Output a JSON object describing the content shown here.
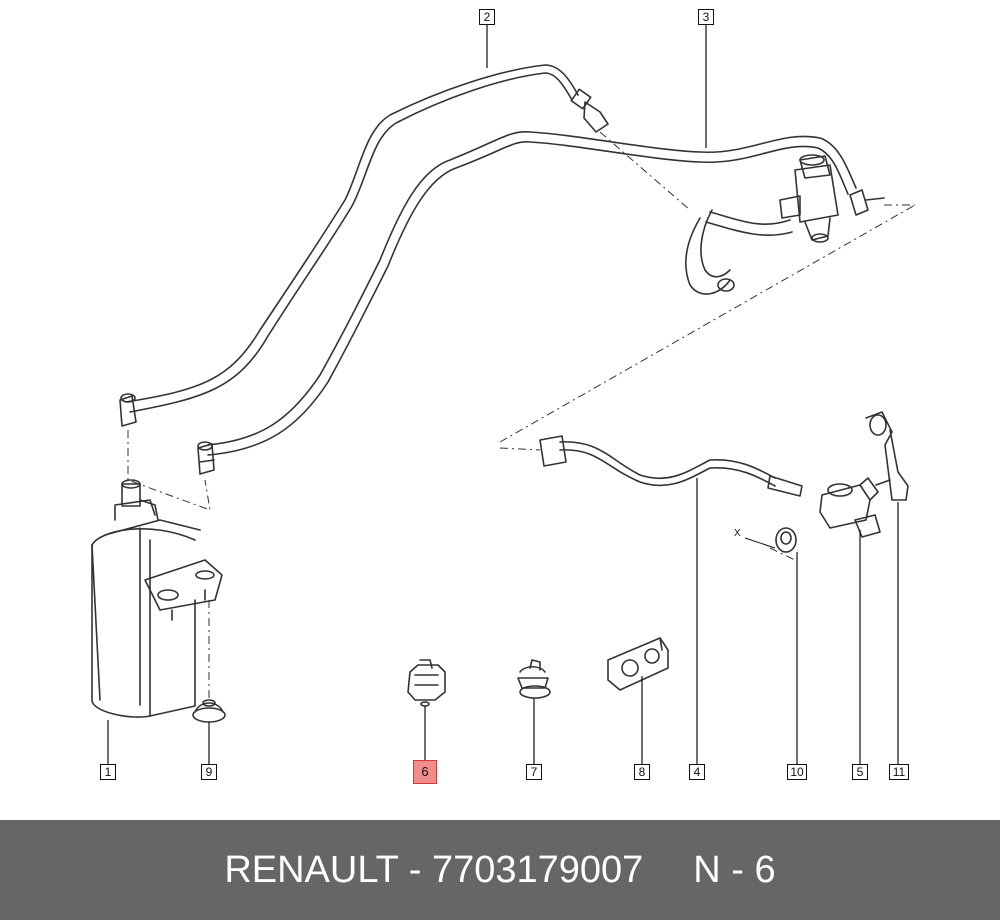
{
  "callouts": [
    {
      "key": "c1",
      "label": "1"
    },
    {
      "key": "c2",
      "label": "2"
    },
    {
      "key": "c3",
      "label": "3"
    },
    {
      "key": "c4",
      "label": "4"
    },
    {
      "key": "c5",
      "label": "5"
    },
    {
      "key": "c6",
      "label": "6",
      "highlighted": true
    },
    {
      "key": "c7",
      "label": "7"
    },
    {
      "key": "c8",
      "label": "8"
    },
    {
      "key": "c9",
      "label": "9"
    },
    {
      "key": "c10",
      "label": "10"
    },
    {
      "key": "c11",
      "label": "11"
    }
  ],
  "diagram_marks": {
    "x_label": "X"
  },
  "footer": {
    "brand_part": "RENAULT - 7703179007",
    "diagram_ref": "N - 6"
  },
  "colors": {
    "footer_bg": "#666666",
    "highlight": "#f08c8c"
  }
}
